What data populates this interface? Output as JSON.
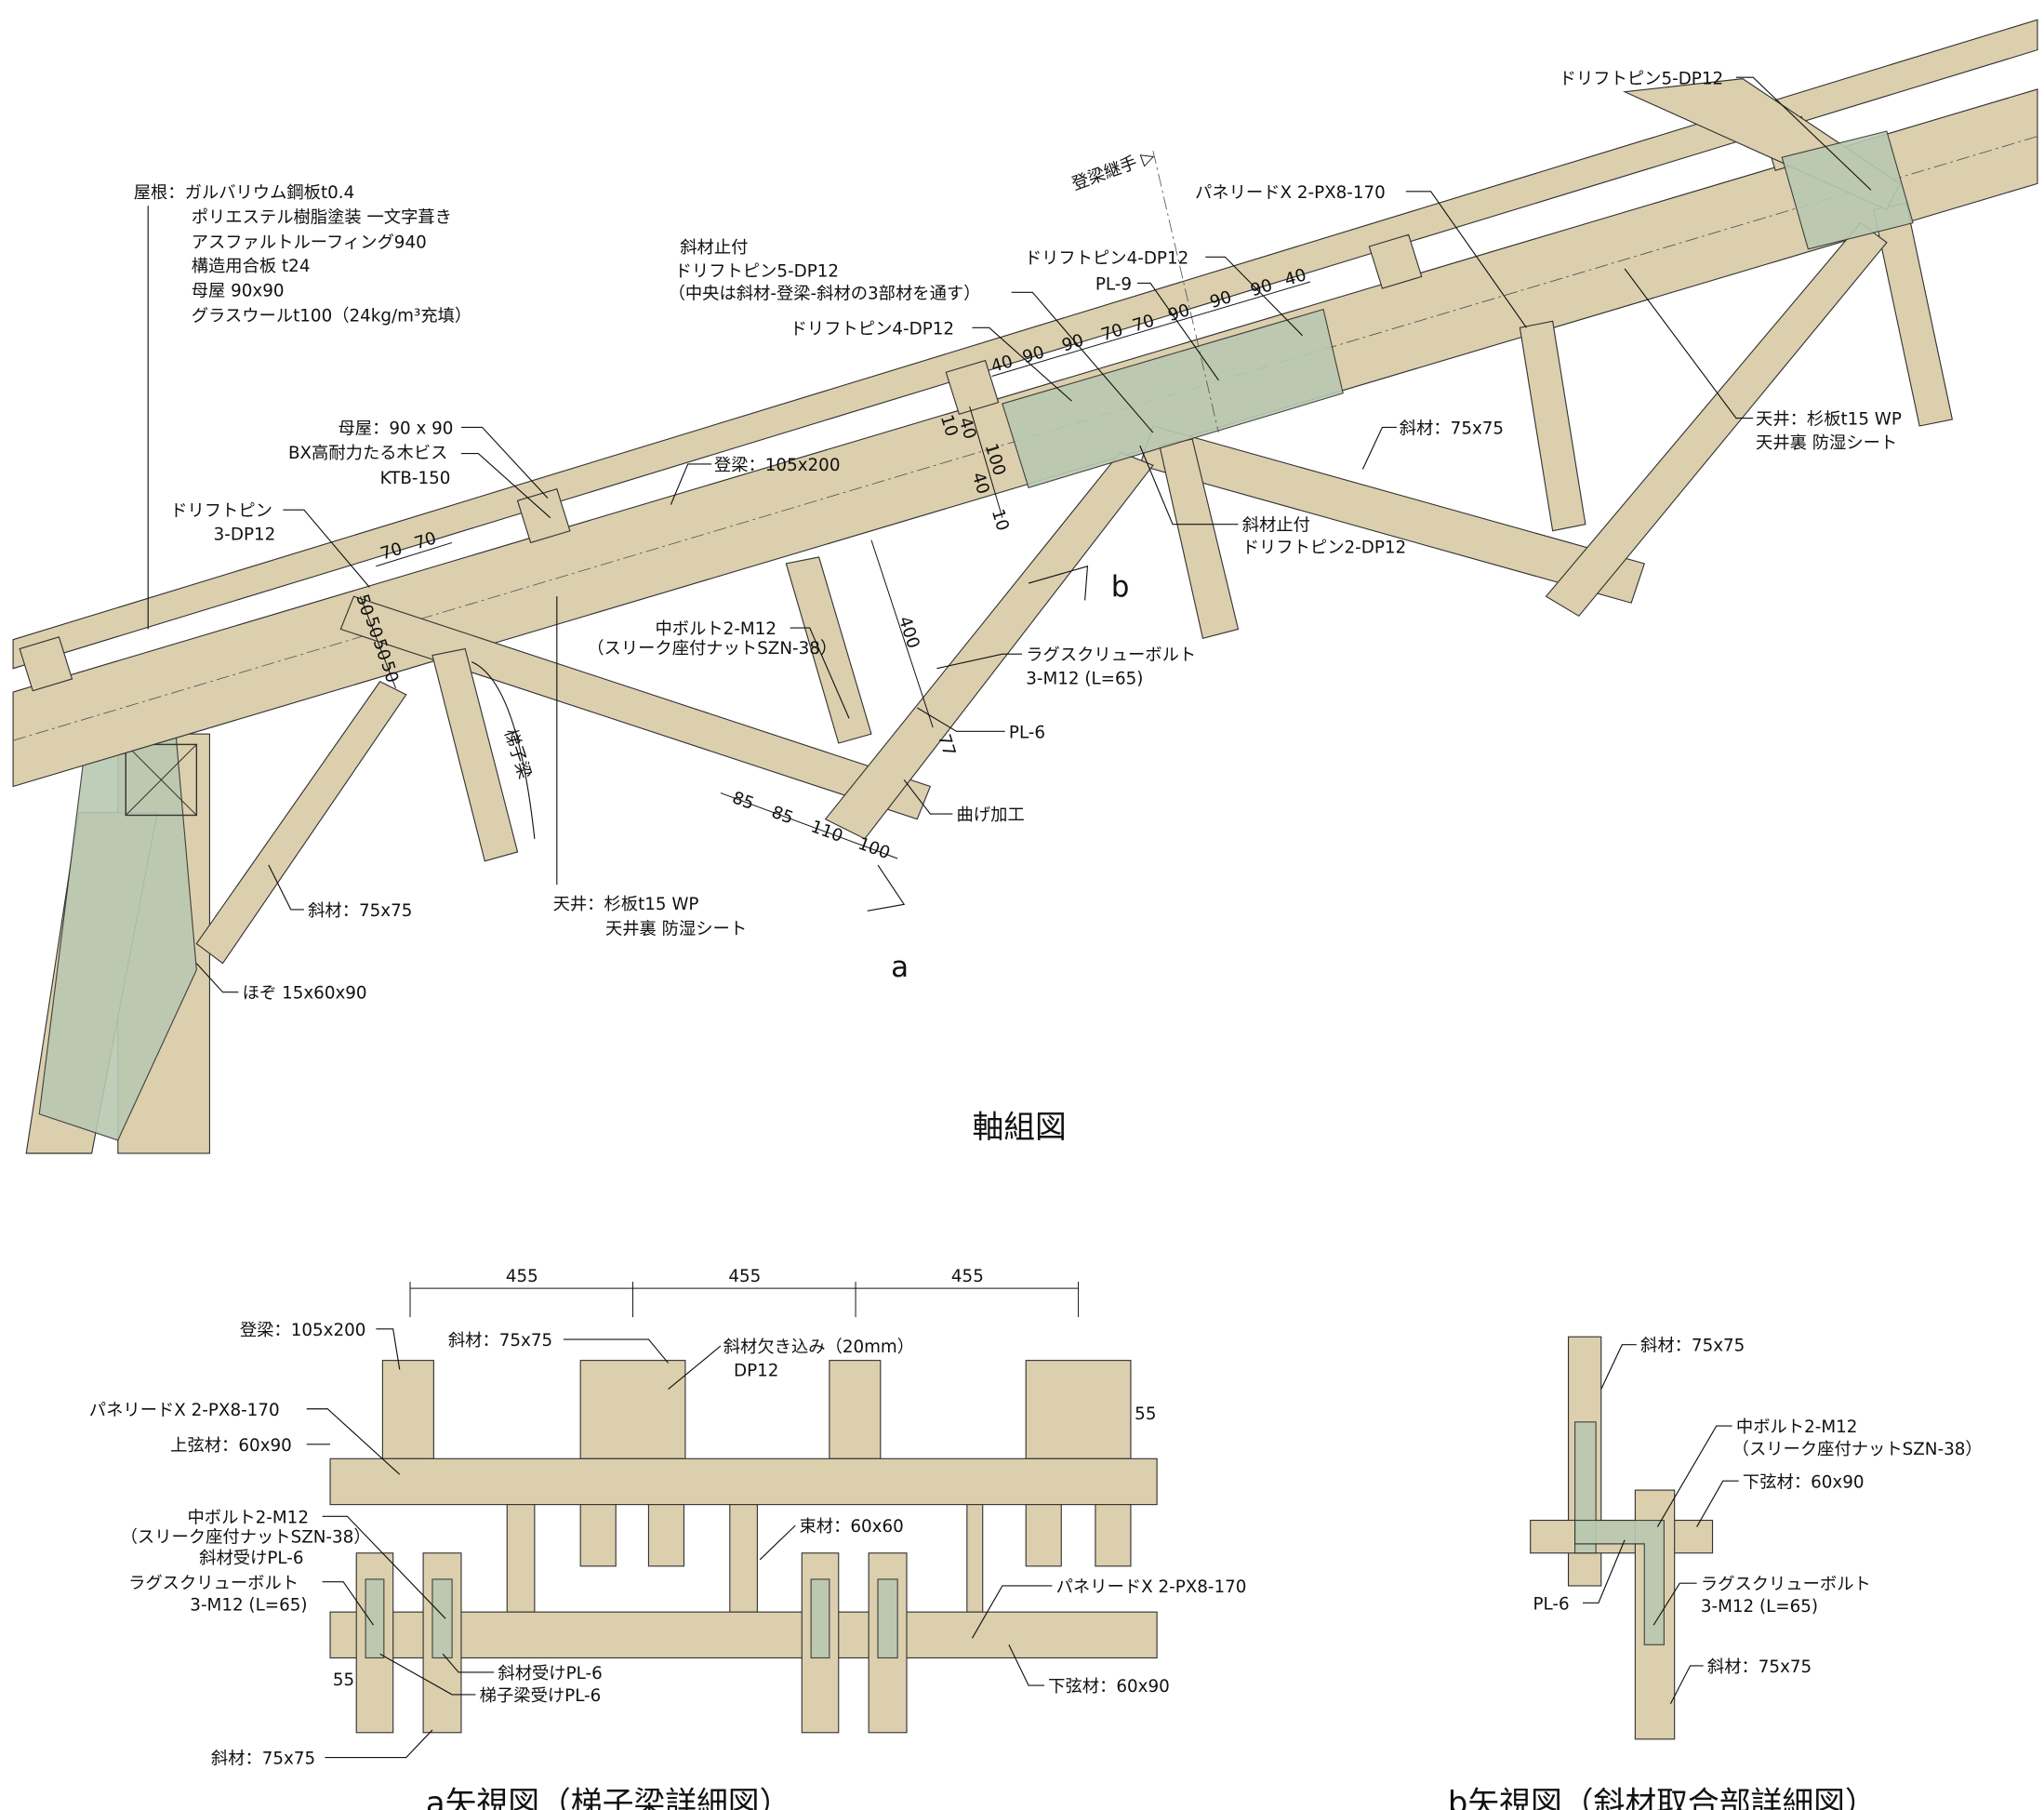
{
  "colors": {
    "wood": "#dccfae",
    "plate": "#b9c9b1",
    "line": "#111111"
  },
  "main": {
    "title": "軸組図",
    "roof_spec": [
      "屋根：ガルバリウム鋼板t0.4",
      "ポリエステル樹脂塗装 一文字葺き",
      "アスファルトルーフィング940",
      "構造用合板 t24",
      "母屋 90x90",
      "グラスウールt100（24kg/m³充填）"
    ],
    "labels": {
      "purlin": "母屋：90 x 90",
      "screw1": "BX高耐力たる木ビス",
      "screw2": "KTB-150",
      "pin1": "ドリフトピン",
      "pin2": "3-DP12",
      "rafter": "登梁：105x200",
      "stop1": "斜材止付",
      "stop2": "ドリフトピン5-DP12",
      "stop3": "（中央は斜材-登梁-斜材の3部材を通す）",
      "pin4a": "ドリフトピン4-DP12",
      "pin4b": "ドリフトピン4-DP12",
      "pl9": "PL-9",
      "joint": "登梁継手 ▷",
      "panel": "パネリードX 2-PX8-170",
      "pin5": "ドリフトピン5-DP12",
      "diag_r": "斜材：75x75",
      "ceiling_r1": "天井：杉板t15 WP",
      "ceiling_r2": "天井裏 防湿シート",
      "stop2a": "斜材止付",
      "stop2b": "ドリフトピン2-DP12",
      "bolt1": "中ボルト2-M12",
      "bolt2": "（スリーク座付ナットSZN-38）",
      "lag1": "ラグスクリューボルト",
      "lag2": "3-M12 (L=65)",
      "pl6": "PL-6",
      "bend": "曲げ加工",
      "ladder": "梯子梁",
      "diag_l": "斜材：75x75",
      "tenon": "ほぞ 15x60x90",
      "ceiling_l1": "天井：杉板t15 WP",
      "ceiling_l2": "天井裏 防湿シート",
      "arrow_a": "a",
      "arrow_b": "b"
    },
    "dims_top": [
      "40",
      "90",
      "90",
      "70",
      "70",
      "90",
      "90",
      "90",
      "40"
    ],
    "dims_vert": [
      "10",
      "40",
      "100",
      "40",
      "10"
    ],
    "dims_pin": [
      "70",
      "70"
    ],
    "dims_side": [
      "50",
      "50",
      "50",
      "50"
    ],
    "dims_bottom": [
      "85",
      "85",
      "110",
      "100"
    ],
    "dim_400": "400",
    "dim_77": "77"
  },
  "view_a": {
    "title": "a矢視図（梯子梁詳細図）",
    "dims": [
      "455",
      "455",
      "455"
    ],
    "dim55a": "55",
    "dim55b": "55",
    "labels": {
      "rafter": "登梁：105x200",
      "panel": "パネリードX 2-PX8-170",
      "top": "上弦材：60x90",
      "bolt1": "中ボルト2-M12",
      "bolt2": "（スリーク座付ナットSZN-38）",
      "plate": "斜材受けPL-6",
      "lag1": "ラグスクリューボルト",
      "lag2": "3-M12 (L=65)",
      "diag": "斜材：75x75",
      "notch": "斜材欠き込み（20mm）",
      "dp": "DP12",
      "post": "束材：60x60",
      "panel2": "パネリードX 2-PX8-170",
      "bottom": "下弦材：60x90",
      "plate2": "斜材受けPL-6",
      "plate3": "梯子梁受けPL-6",
      "diag2": "斜材：75x75"
    }
  },
  "view_b": {
    "title": "b矢視図（斜材取合部詳細図）",
    "labels": {
      "diag1": "斜材：75x75",
      "bolt1": "中ボルト2-M12",
      "bolt2": "（スリーク座付ナットSZN-38）",
      "bottom": "下弦材：60x90",
      "pl6": "PL-6",
      "lag1": "ラグスクリューボルト",
      "lag2": "3-M12 (L=65)",
      "diag2": "斜材：75x75"
    }
  }
}
